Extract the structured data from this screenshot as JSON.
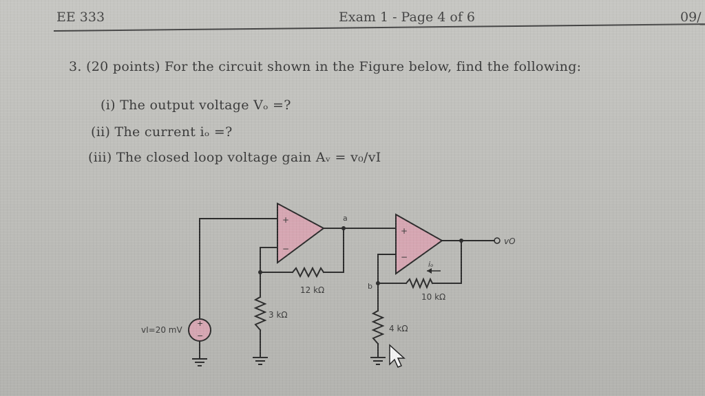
{
  "header": {
    "course": "EE 333",
    "page": "Exam 1 - Page 4 of 6",
    "date_fragment": "09/"
  },
  "question": {
    "main": "3. (20 points) For the circuit shown in the Figure below, find the following:",
    "items": [
      "(i) The output voltage Vₒ =?",
      "(ii) The current iₒ =?",
      "(iii) The closed loop voltage gain Aᵥ = v₀/vI"
    ]
  },
  "circuit": {
    "source": "vI=20 mV",
    "source_plus": "+",
    "source_minus": "−",
    "opamp_plus": "+",
    "opamp_minus": "−",
    "node_a": "a",
    "node_b": "b",
    "r_feedback_1": "12 kΩ",
    "r_ground_1": "3 kΩ",
    "r_feedback_2": "10 kΩ",
    "r_ground_2": "4 kΩ",
    "current": "iₒ",
    "output": "vO"
  },
  "colors": {
    "opamp_fill": "#d6a6b2",
    "wire": "#2b2b2b"
  }
}
